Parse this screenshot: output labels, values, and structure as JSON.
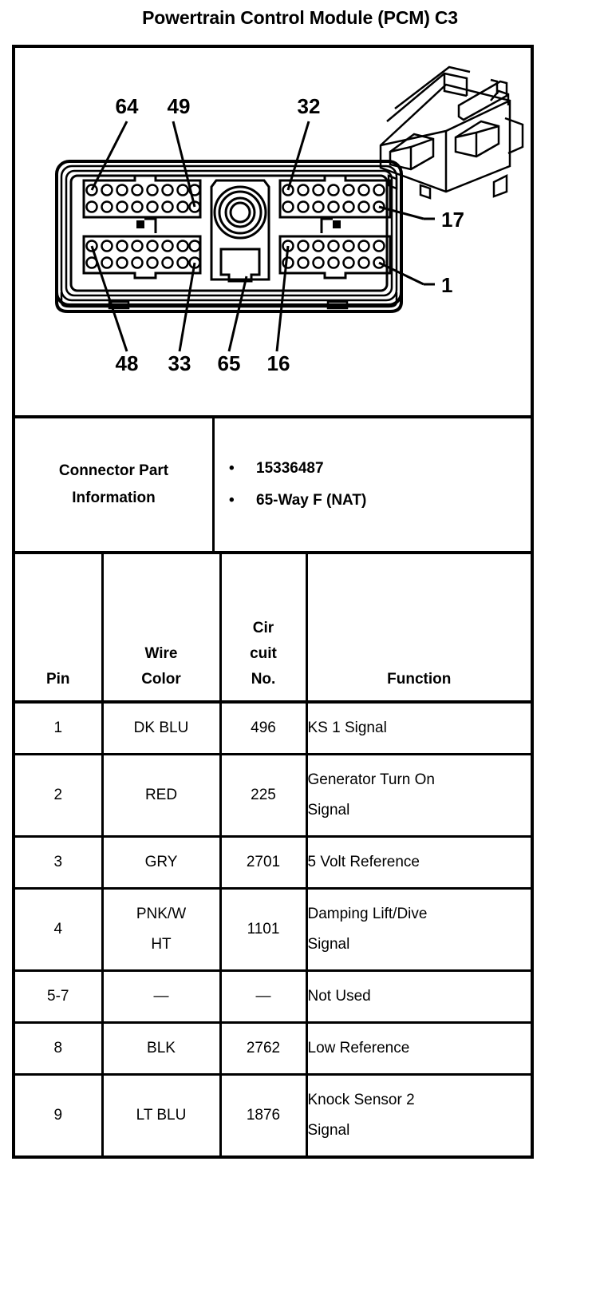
{
  "document": {
    "title": "Powertrain Control Module (PCM) C3"
  },
  "diagram": {
    "callouts": {
      "top_left": "64",
      "top_mid": "49",
      "top_right": "32",
      "right_upper": "17",
      "right_lower": "1",
      "bottom_1": "48",
      "bottom_2": "33",
      "bottom_3": "65",
      "bottom_4": "16"
    }
  },
  "connector_part_information": {
    "label": "Connector Part\nInformation",
    "label_line1": "Connector Part",
    "label_line2": "Information",
    "bullet_char": "•",
    "items": [
      "15336487",
      "65-Way F (NAT)"
    ]
  },
  "pin_table": {
    "headers": {
      "pin": "Pin",
      "wire_color_line1": "Wire",
      "wire_color_line2": "Color",
      "circuit_no_line1": "Cir",
      "circuit_no_line2": "cuit",
      "circuit_no_line3": "No.",
      "function": "Function"
    },
    "rows": [
      {
        "pin": "1",
        "wire_color": "DK BLU",
        "wire_color_line2": "",
        "circuit_no": "496",
        "function_line1": "KS 1 Signal",
        "function_line2": ""
      },
      {
        "pin": "2",
        "wire_color": "RED",
        "wire_color_line2": "",
        "circuit_no": "225",
        "function_line1": "Generator Turn On",
        "function_line2": "Signal"
      },
      {
        "pin": "3",
        "wire_color": "GRY",
        "wire_color_line2": "",
        "circuit_no": "2701",
        "function_line1": "5 Volt Reference",
        "function_line2": ""
      },
      {
        "pin": "4",
        "wire_color": "PNK/W",
        "wire_color_line2": "HT",
        "circuit_no": "1101",
        "function_line1": "Damping Lift/Dive",
        "function_line2": "Signal"
      },
      {
        "pin": "5-7",
        "wire_color": "—",
        "wire_color_line2": "",
        "circuit_no": "—",
        "function_line1": "Not Used",
        "function_line2": ""
      },
      {
        "pin": "8",
        "wire_color": "BLK",
        "wire_color_line2": "",
        "circuit_no": "2762",
        "function_line1": "Low Reference",
        "function_line2": ""
      },
      {
        "pin": "9",
        "wire_color": "LT BLU",
        "wire_color_line2": "",
        "circuit_no": "1876",
        "function_line1": "Knock Sensor 2",
        "function_line2": "Signal"
      }
    ]
  },
  "colors": {
    "ink": "#000000",
    "paper": "#ffffff"
  }
}
